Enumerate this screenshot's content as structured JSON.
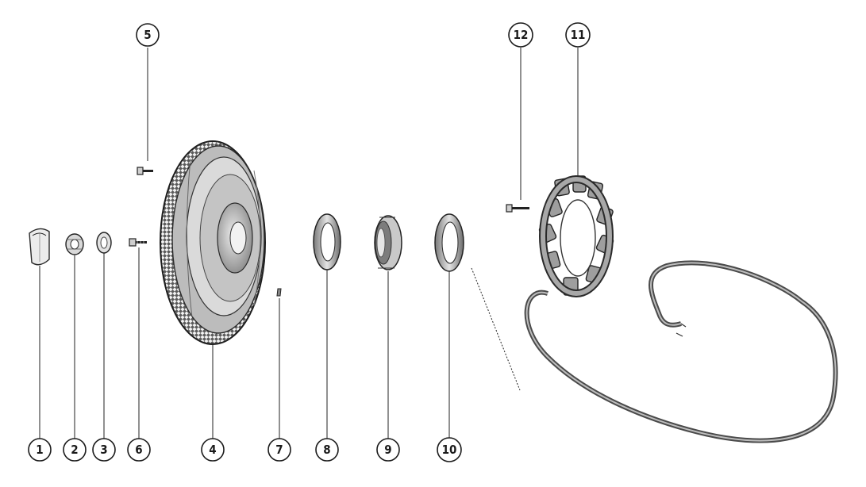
{
  "callouts": [
    {
      "id": "1",
      "label": "1"
    },
    {
      "id": "2",
      "label": "2"
    },
    {
      "id": "3",
      "label": "3"
    },
    {
      "id": "6",
      "label": "6"
    },
    {
      "id": "4",
      "label": "4"
    },
    {
      "id": "7",
      "label": "7"
    },
    {
      "id": "8",
      "label": "8"
    },
    {
      "id": "9",
      "label": "9"
    },
    {
      "id": "10",
      "label": "10"
    },
    {
      "id": "5",
      "label": "5"
    },
    {
      "id": "12",
      "label": "12"
    },
    {
      "id": "11",
      "label": "11"
    }
  ],
  "colors": {
    "ink": "#1e1e1e",
    "background": "#ffffff",
    "wire": "#4a4a4a"
  }
}
